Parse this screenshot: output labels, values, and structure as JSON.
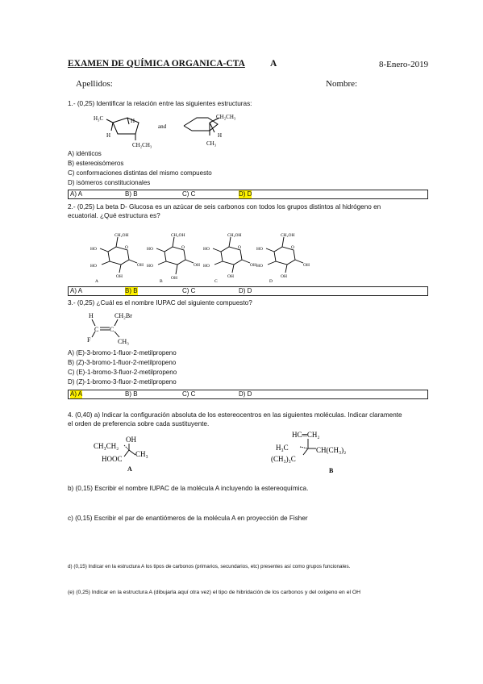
{
  "header": {
    "title": "EXAMEN DE QUÍMICA ORGANICA-CTA",
    "version": "A",
    "date": "8-Enero-2019",
    "surname_label": "Apellidos:",
    "name_label": "Nombre:"
  },
  "q1": {
    "prompt": "1.- (0,25) Identificar la relación entre las siguientes estructuras:",
    "structure_labels": {
      "ch3_a": "H₃C",
      "h_a1": "H",
      "h_a2": "H",
      "ch2ch3_a": "CH₂CH₃",
      "and": "and",
      "ch2ch3_b": "CH₂CH₃",
      "h_b": "H",
      "ch3_b": "CH₃"
    },
    "options": [
      "A) idénticos",
      "B) estereoisómeros",
      "C) conformaciones distintas del mismo compuesto",
      "D) isómeros constitucionales"
    ],
    "answers": [
      "A) A",
      "B) B",
      "C) C",
      "D) D"
    ],
    "selected": 3
  },
  "q2": {
    "prompt_line1": "2.- (0,25) La beta D- Glucosa es un azúcar de seis carbonos con todos los grupos distintos al hidrógeno en",
    "prompt_line2": "ecuatorial. ¿Qué estructura es?",
    "structure_text": {
      "ch2oh": "CH₂OH",
      "ho": "HO",
      "oh": "OH",
      "o": "O"
    },
    "structure_letters": [
      "A",
      "B",
      "C",
      "D"
    ],
    "answers": [
      "A) A",
      "B) B",
      "C) C",
      "D) D"
    ],
    "selected": 1
  },
  "q3": {
    "prompt": "3.- (0,25) ¿Cuál es el nombre IUPAC del siguiente compuesto?",
    "structure_labels": {
      "h": "H",
      "ch2br": "CH₂Br",
      "c": "C",
      "f": "F",
      "ch3": "CH₃"
    },
    "options": [
      "A) (E)-3-bromo-1-fluor-2-metilpropeno",
      "B) (Z)-3-bromo-1-fluor-2-metilpropeno",
      "C) (E)-1-bromo-3-fluor-2-metilpropeno",
      "D) (Z)-1-bromo-3-fluor-2-metilpropeno"
    ],
    "answers": [
      "A) A",
      "B) B",
      "C) C",
      "D) D"
    ],
    "selected": 0
  },
  "q4": {
    "prompt_line1": "4. (0,40) a) Indicar la configuración absoluta de los estereocentros en las siguientes moléculas. Indicar claramente",
    "prompt_line2": "el orden de preferencia sobre cada sustituyente.",
    "mol_a": {
      "oh": "OH",
      "ch3ch2": "CH₃CH₂",
      "ch3": "CH₃",
      "hooc": "HOOC",
      "label": "A"
    },
    "mol_b": {
      "hc_ch2": "HC═CH₂",
      "h3c": "H₃C",
      "ch_ch3_2": "CH(CH₃)₂",
      "ch3_3c": "(CH₃)₃C",
      "label": "B"
    },
    "b": "b) (0,15) Escribir el nombre IUPAC de la molécula A incluyendo la estereoquímica.",
    "c": "c) (0,15) Escribir el par de enantiómeros de la molécula A en proyección de Fisher",
    "d": "d) (0,15) Indicar en la estructura A los tipos de carbonos (primarios, secundarios, etc) presentes así como grupos funcionales.",
    "e": "(e) (0,25) Indicar en la estructura A (dibujarla aquí otra vez) el tipo de hibridación de los carbonos y del oxígeno en el OH"
  },
  "colors": {
    "highlight": "#fff200",
    "text": "#111111"
  }
}
